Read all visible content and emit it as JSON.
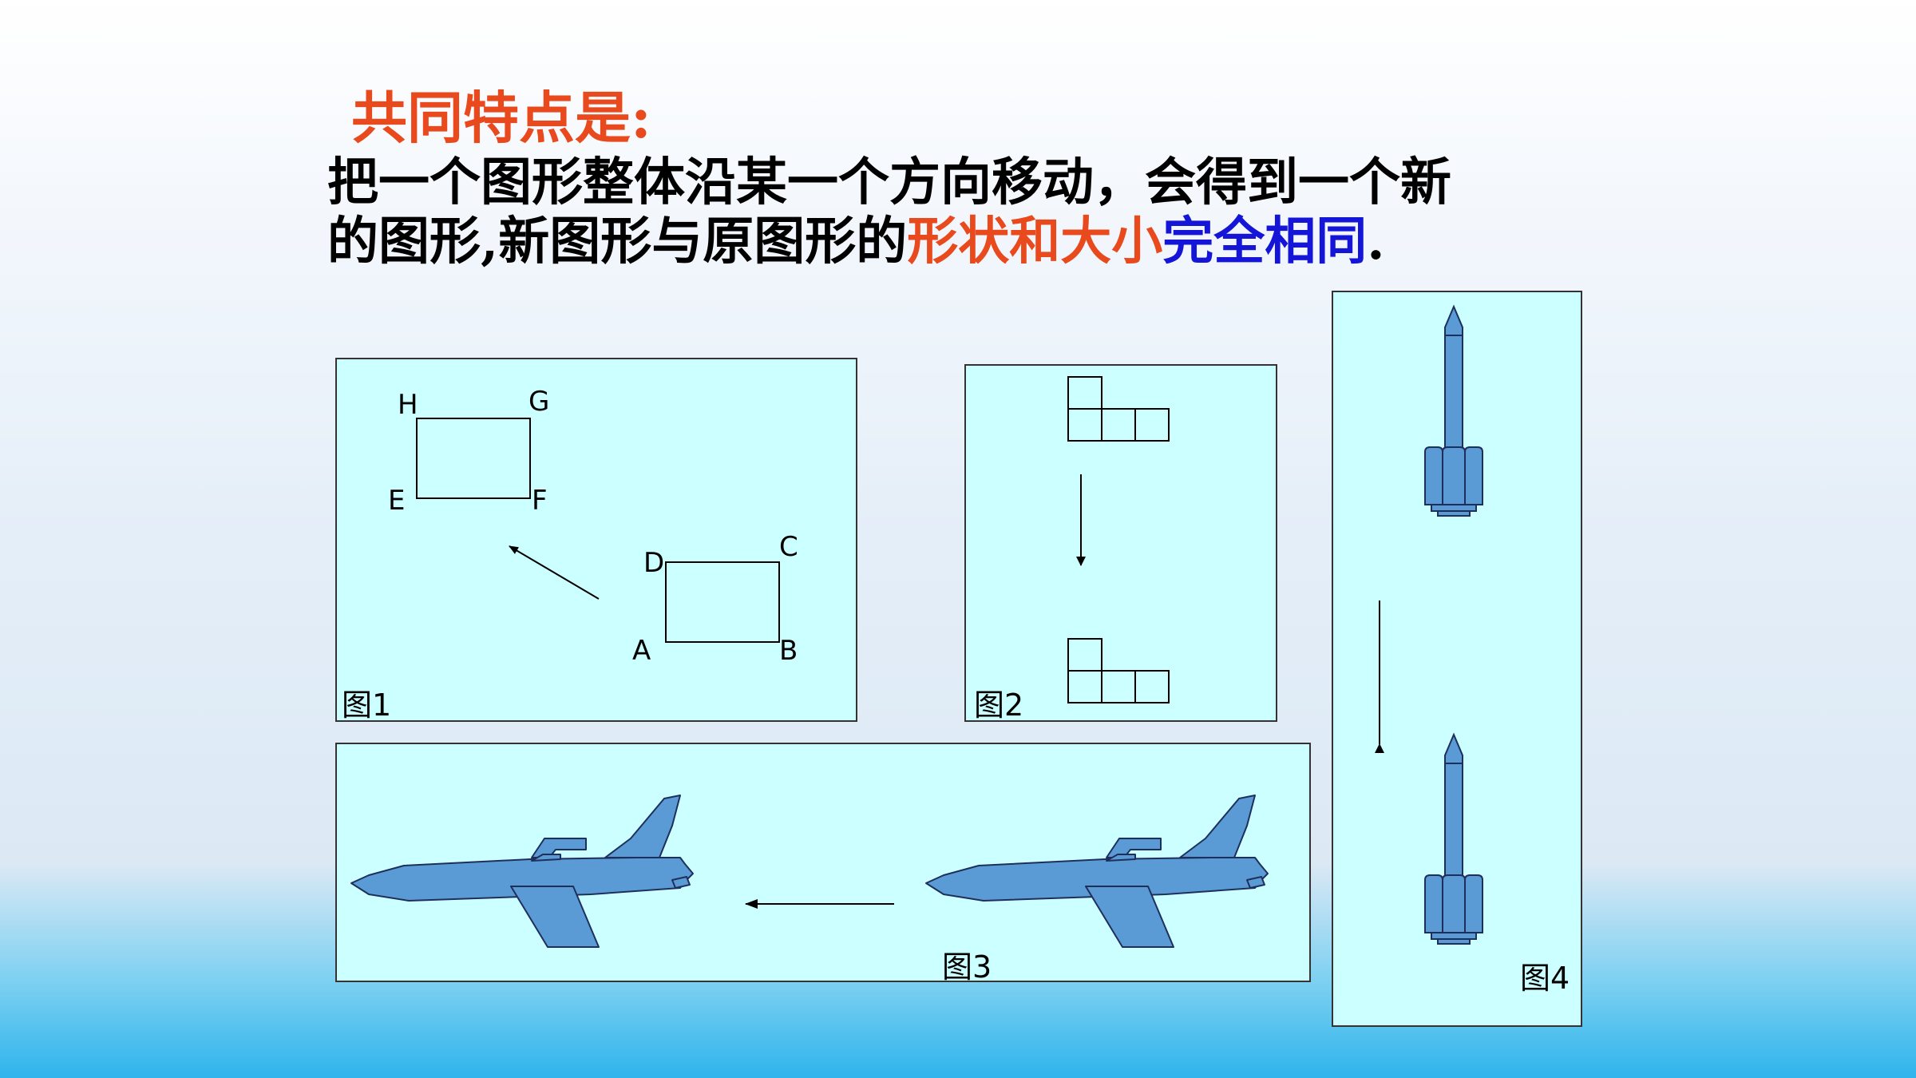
{
  "heading": "共同特点是:",
  "statement": {
    "line1": "把一个图形整体沿某一个方向移动，会得到一个新",
    "line2_part1": "的图形,新图形与原图形的",
    "line2_red": "形状和大小",
    "line2_blue": "完全相同",
    "line2_end": "."
  },
  "figures": {
    "fig1": {
      "caption": "图1",
      "labels": {
        "A": "A",
        "B": "B",
        "C": "C",
        "D": "D",
        "E": "E",
        "F": "F",
        "G": "G",
        "H": "H"
      }
    },
    "fig2": {
      "caption": "图2"
    },
    "fig3": {
      "caption": "图3"
    },
    "fig4": {
      "caption": "图4"
    }
  },
  "colors": {
    "heading": "#e84a1d",
    "highlight_red": "#e84a1d",
    "highlight_blue": "#1515d8",
    "panel_bg": "#ccffff",
    "shape_fill": "#5b9bd5"
  }
}
